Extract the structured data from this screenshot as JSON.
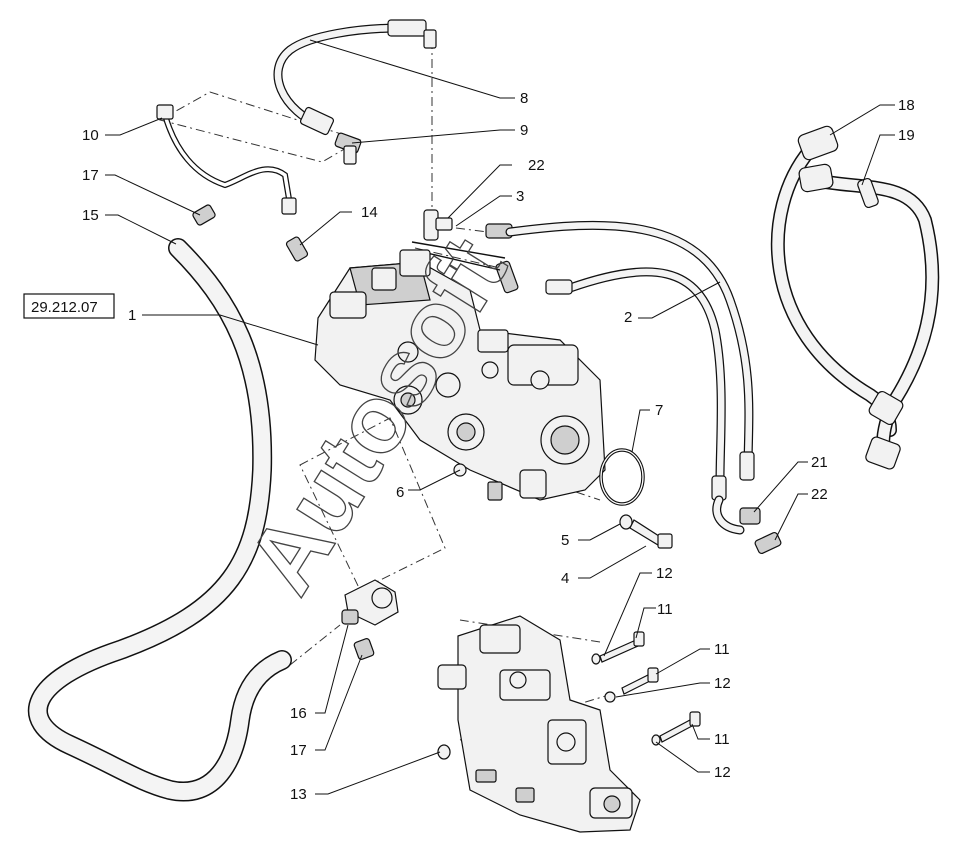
{
  "reference_box": "29.212.07",
  "watermark": "Autosoft",
  "callouts": {
    "c1": "1",
    "c2": "2",
    "c3": "3",
    "c4": "4",
    "c5": "5",
    "c6": "6",
    "c7": "7",
    "c8": "8",
    "c9": "9",
    "c10": "10",
    "c11a": "11",
    "c11b": "11",
    "c11c": "11",
    "c12a": "12",
    "c12b": "12",
    "c12c": "12",
    "c13": "13",
    "c14": "14",
    "c15": "15",
    "c16": "16",
    "c17a": "17",
    "c17b": "17",
    "c18": "18",
    "c19": "19",
    "c21": "21",
    "c22a": "22",
    "c22b": "22"
  }
}
